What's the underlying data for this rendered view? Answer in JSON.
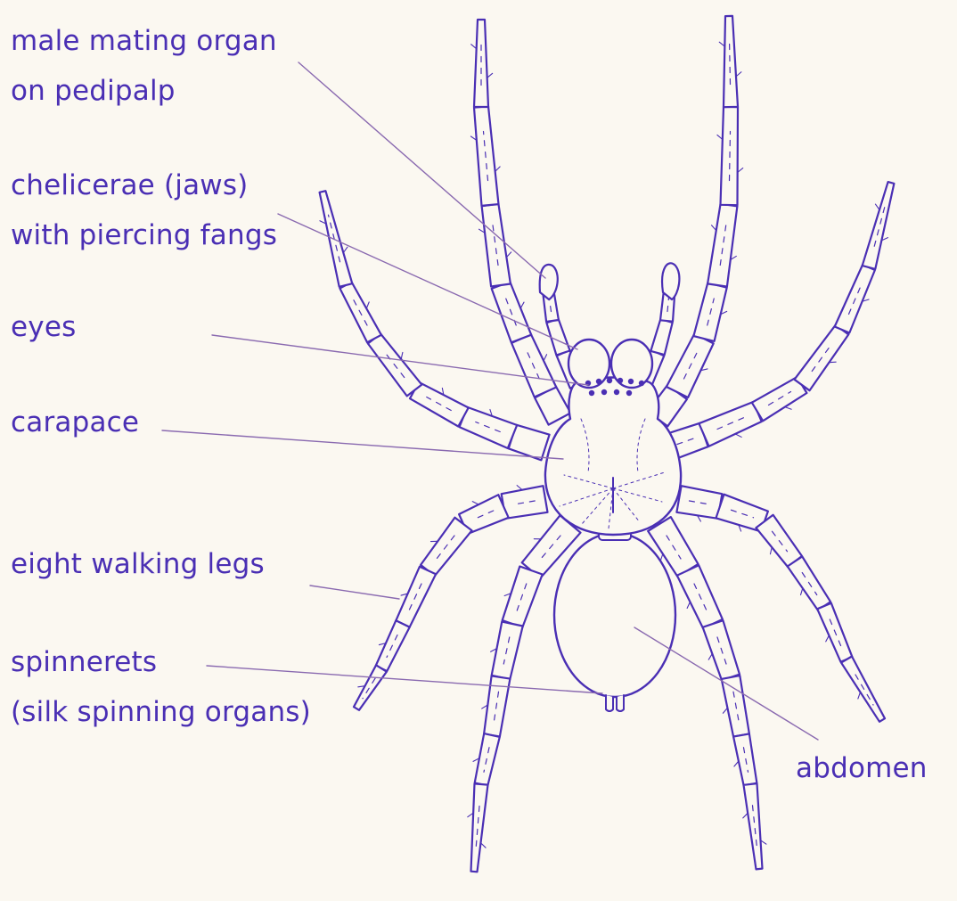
{
  "colors": {
    "ink": "#4a2fb4",
    "leader": "#8a6ab0",
    "background": "#fbf8f1"
  },
  "labels": {
    "male_mating_organ": [
      "male mating organ",
      "on pedipalp"
    ],
    "chelicerae": [
      "chelicerae (jaws)",
      "with piercing fangs"
    ],
    "eyes": [
      "eyes"
    ],
    "carapace": [
      "carapace"
    ],
    "walking_legs": [
      "eight walking legs"
    ],
    "spinnerets": [
      "spinnerets",
      "(silk spinning organs)"
    ],
    "abdomen": [
      "abdomen"
    ]
  }
}
